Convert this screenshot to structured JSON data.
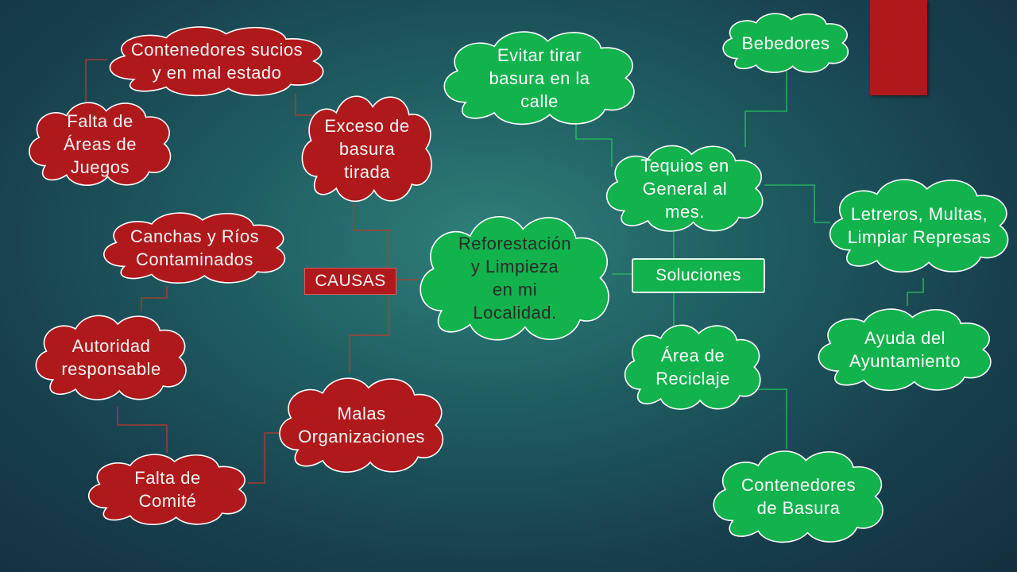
{
  "colors": {
    "red_fill": "#b0191b",
    "red_line": "#c0392b",
    "green_fill": "#12b24c",
    "green_line": "#27c25d",
    "outline": "#ffffff"
  },
  "center": {
    "label": "Reforestación\ny Limpieza\nen mi\nLocalidad."
  },
  "causas_label": "CAUSAS",
  "soluciones_label": "Soluciones",
  "causes": [
    {
      "id": "contenedores-sucios",
      "label": "Contenedores sucios\ny en mal estado"
    },
    {
      "id": "falta-areas-juegos",
      "label": "Falta de\nÁreas de\nJuegos"
    },
    {
      "id": "exceso-basura",
      "label": "Exceso de\nbasura\ntirada"
    },
    {
      "id": "canchas-rios",
      "label": "Canchas y Ríos\nContaminados"
    },
    {
      "id": "autoridad",
      "label": "Autoridad\nresponsable"
    },
    {
      "id": "malas-organizaciones",
      "label": "Malas\nOrganizaciones"
    },
    {
      "id": "falta-comite",
      "label": "Falta de\nComité"
    }
  ],
  "solutions": [
    {
      "id": "evitar-basura",
      "label": "Evitar tirar\nbasura en la\ncalle"
    },
    {
      "id": "bebedores",
      "label": "Bebedores"
    },
    {
      "id": "tequios",
      "label": "Tequios en\nGeneral al\nmes."
    },
    {
      "id": "letreros",
      "label": "Letreros, Multas,\nLimpiar Represas"
    },
    {
      "id": "ayuda",
      "label": "Ayuda del\nAyuntamiento"
    },
    {
      "id": "area-reciclaje",
      "label": "Área de\nReciclaje"
    },
    {
      "id": "contenedores-basura",
      "label": "Contenedores\nde Basura"
    }
  ]
}
